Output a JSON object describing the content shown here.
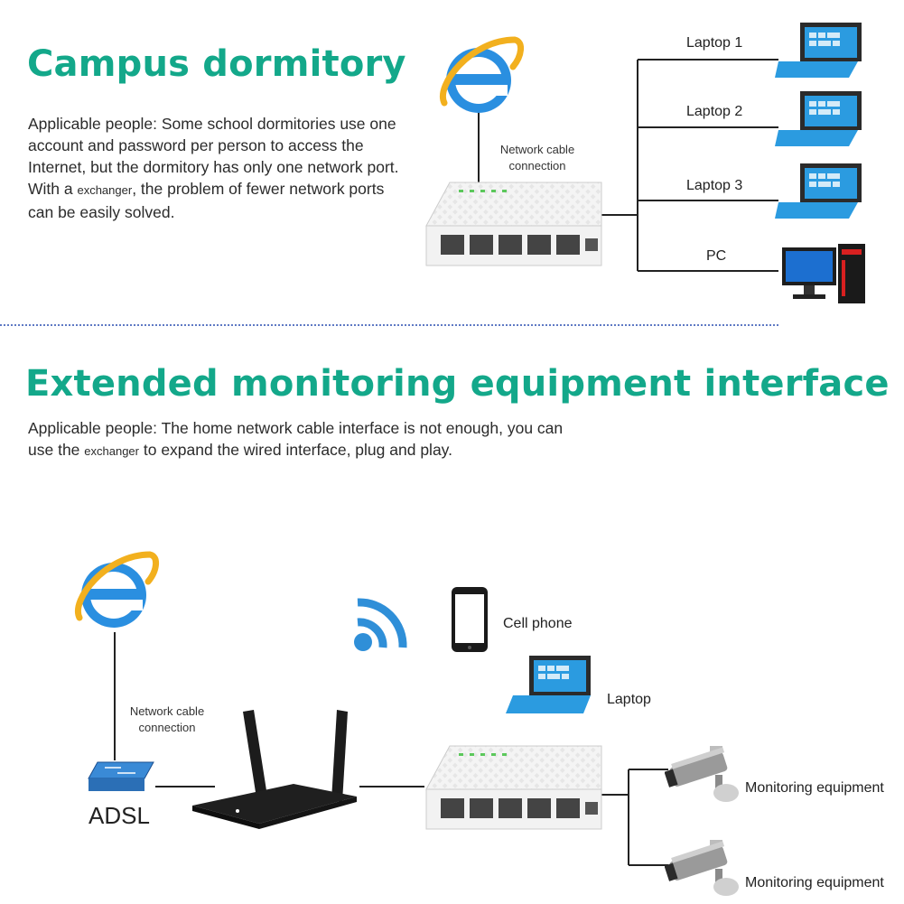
{
  "section1": {
    "heading": "Campus dormitory",
    "text_before": "Applicable people: Some school dormitories use one account and password per person to access the Internet, but the dormitory has only one network port. With a ",
    "text_small": "exchanger",
    "text_after": ", the problem of fewer network ports can be easily solved.",
    "cable_caption_line1": "Network cable",
    "cable_caption_line2": "connection",
    "devices": [
      "Laptop 1",
      "Laptop 2",
      "Laptop 3",
      "PC"
    ]
  },
  "section2": {
    "heading": "Extended monitoring equipment interface",
    "text_before": "Applicable people: The home network cable interface is not enough, you can use the ",
    "text_small": "exchanger",
    "text_after": " to expand the wired interface, plug and play.",
    "cable_caption_line1": "Network cable",
    "cable_caption_line2": "connection",
    "adsl_label": "ADSL",
    "cell_phone_label": "Cell phone",
    "laptop_label": "Laptop",
    "monitor_labels": [
      "Monitoring equipment",
      "Monitoring equipment"
    ]
  },
  "colors": {
    "heading": "#13a88a",
    "divider": "#2a4fb0",
    "ie_blue": "#1f7fd6",
    "ie_ring": "#f2b01e",
    "laptop_blue": "#2b9be0"
  }
}
